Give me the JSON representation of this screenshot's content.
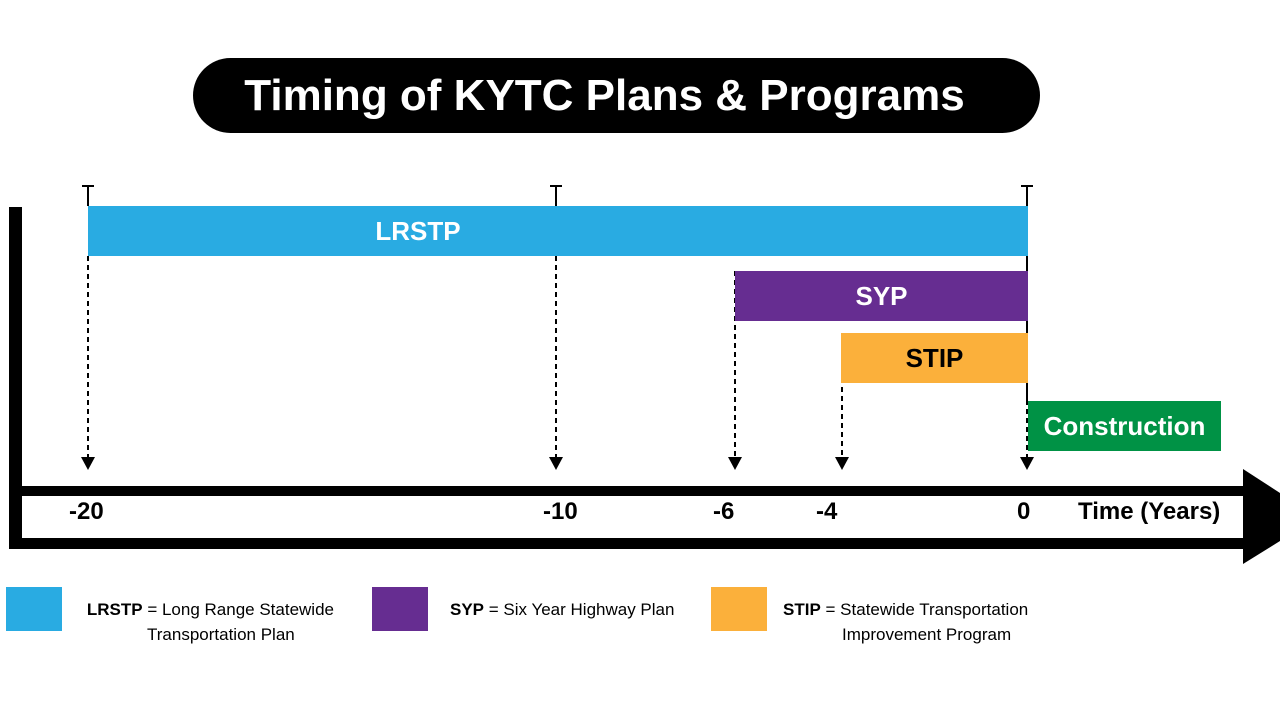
{
  "title": "Timing of KYTC Plans & Programs",
  "colors": {
    "lrstp": "#29abe2",
    "syp": "#662d91",
    "stip": "#fbb03b",
    "construction": "#009245",
    "axis": "#000000"
  },
  "bars": {
    "lrstp": {
      "label": "LRSTP",
      "start": -20,
      "end": 0
    },
    "syp": {
      "label": "SYP",
      "start": -6,
      "end": 0
    },
    "stip": {
      "label": "STIP",
      "start": -4,
      "end": 0
    },
    "construction": {
      "label": "Construction",
      "start": 0
    }
  },
  "axis": {
    "title": "Time (Years)",
    "ticks": [
      "-20",
      "-10",
      "-6",
      "-4",
      "0"
    ]
  },
  "legend": [
    {
      "abbr": "LRSTP",
      "sep": " = ",
      "line1": "Long Range Statewide",
      "line2": "Transportation Plan"
    },
    {
      "abbr": "SYP",
      "sep": " = ",
      "line1": "Six Year Highway Plan",
      "line2": ""
    },
    {
      "abbr": "STIP",
      "sep": " = ",
      "line1": "Statewide Transportation",
      "line2": "Improvement Program"
    }
  ]
}
